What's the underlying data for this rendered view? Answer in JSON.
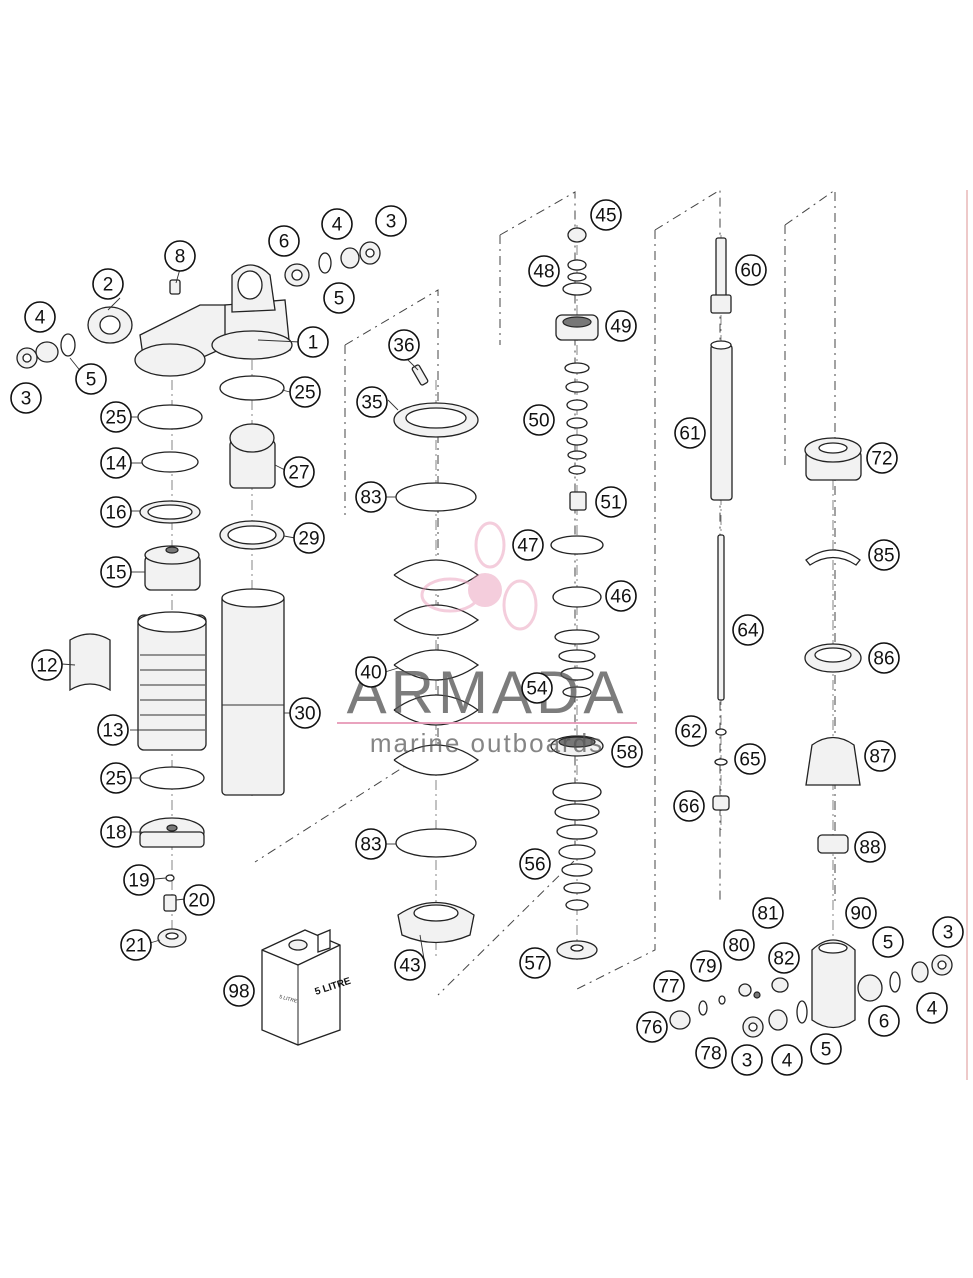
{
  "watermark": {
    "brand": "ARMADA",
    "tagline": "marine outboards",
    "brand_color": "#555555",
    "accent_color": "#e79ab8"
  },
  "can_label": "5 LITRE",
  "can_label_small": "5 LITRE",
  "callouts": [
    "1",
    "2",
    "3",
    "4",
    "5",
    "6",
    "8",
    "12",
    "13",
    "14",
    "15",
    "16",
    "18",
    "19",
    "20",
    "21",
    "25",
    "27",
    "29",
    "30",
    "35",
    "36",
    "40",
    "43",
    "45",
    "46",
    "47",
    "48",
    "49",
    "50",
    "51",
    "54",
    "56",
    "57",
    "58",
    "60",
    "61",
    "62",
    "64",
    "65",
    "66",
    "72",
    "76",
    "77",
    "78",
    "79",
    "80",
    "81",
    "82",
    "83",
    "85",
    "86",
    "87",
    "88",
    "90",
    "98"
  ]
}
